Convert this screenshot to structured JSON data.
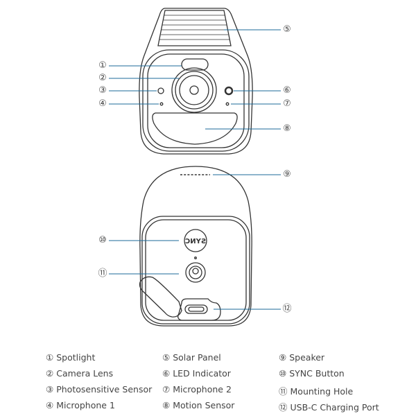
{
  "markers": [
    "①",
    "②",
    "③",
    "④",
    "⑤",
    "⑥",
    "⑦",
    "⑧",
    "⑨",
    "⑩",
    "⑪",
    "⑫"
  ],
  "legend": [
    {
      "marker": "①",
      "label": "Spotlight"
    },
    {
      "marker": "②",
      "label": "Camera Lens"
    },
    {
      "marker": "③",
      "label": "Photosensitive Sensor"
    },
    {
      "marker": "④",
      "label": "Microphone 1"
    },
    {
      "marker": "⑤",
      "label": "Solar Panel"
    },
    {
      "marker": "⑥",
      "label": "LED Indicator"
    },
    {
      "marker": "⑦",
      "label": "Microphone 2"
    },
    {
      "marker": "⑧",
      "label": "Motion Sensor"
    },
    {
      "marker": "⑨",
      "label": "Speaker"
    },
    {
      "marker": "⑩",
      "label": "SYNC Button"
    },
    {
      "marker": "⑪",
      "label": "Mounting Hole"
    },
    {
      "marker": "⑫",
      "label": "USB-C Charging Port"
    }
  ],
  "sync_text": "SYNC",
  "colors": {
    "leader": "#1b6a99",
    "outline": "#333333"
  }
}
